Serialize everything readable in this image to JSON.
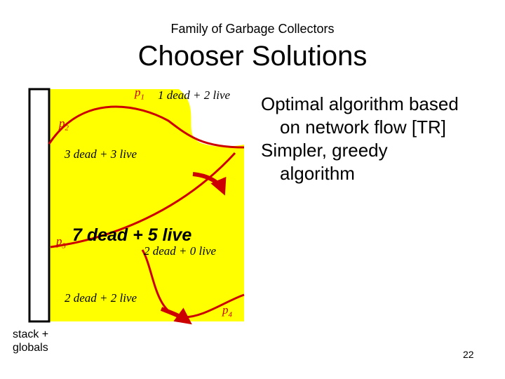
{
  "header": {
    "subtitle": "Family of Garbage Collectors",
    "title": "Chooser Solutions"
  },
  "diagram": {
    "region_color": "#ffff00",
    "line_color": "#cc0000",
    "labels": {
      "p1": "p",
      "p1_sub": "1",
      "p2": "p",
      "p2_sub": "2",
      "p3": "p",
      "p3_sub": "3",
      "p4": "p",
      "p4_sub": "4",
      "top_right": "1 dead + 2 live",
      "upper": "3 dead + 3 live",
      "center": "7 dead + 5 live",
      "middle_right": "2 dead + 0 live",
      "lower_left": "2 dead + 2 live"
    },
    "stack_label_line1": "stack +",
    "stack_label_line2": "globals"
  },
  "bullets": [
    {
      "line1": "Optimal algorithm based",
      "line2": "on network flow [TR]"
    },
    {
      "line1": "Simpler, greedy",
      "line2": "algorithm"
    }
  ],
  "footer": {
    "page_number": "22"
  }
}
